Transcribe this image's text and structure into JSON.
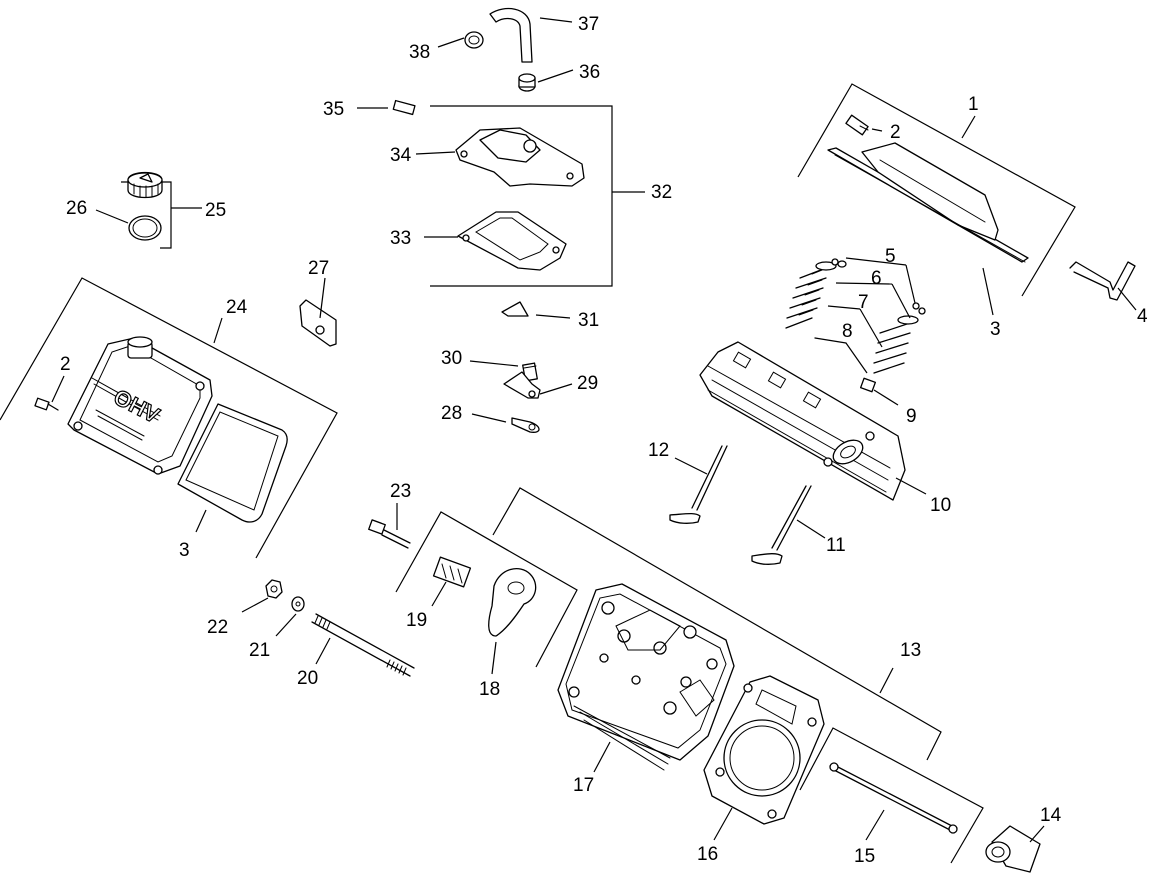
{
  "callouts": {
    "c1": "1",
    "c2a": "2",
    "c2b": "2",
    "c3a": "3",
    "c3b": "3",
    "c4": "4",
    "c5": "5",
    "c6": "6",
    "c7": "7",
    "c8": "8",
    "c9": "9",
    "c10": "10",
    "c11": "11",
    "c12": "12",
    "c13": "13",
    "c14": "14",
    "c15": "15",
    "c16": "16",
    "c17": "17",
    "c18": "18",
    "c19": "19",
    "c20": "20",
    "c21": "21",
    "c22": "22",
    "c23": "23",
    "c24": "24",
    "c25": "25",
    "c26": "26",
    "c27": "27",
    "c28": "28",
    "c29": "29",
    "c30": "30",
    "c31": "31",
    "c32": "32",
    "c33": "33",
    "c34": "34",
    "c35": "35",
    "c36": "36",
    "c37": "37",
    "c38": "38"
  },
  "valve_cover_logo": "OHV"
}
